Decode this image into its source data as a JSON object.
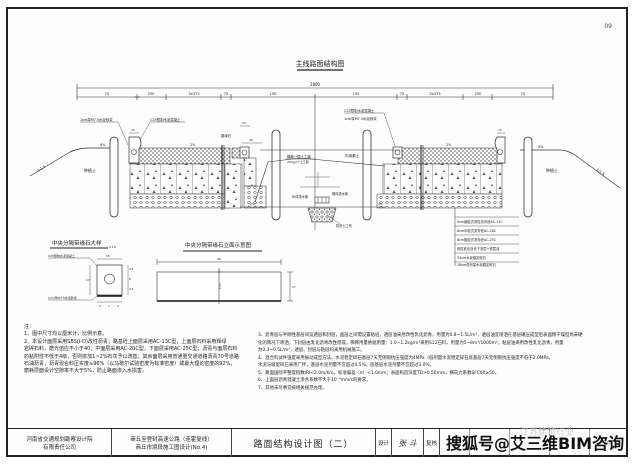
{
  "sheet": {
    "page_number": "09"
  },
  "main_section": {
    "title": "主线路面结构图",
    "total_width": "2800",
    "dims": [
      "75",
      "250",
      "3x375",
      "75",
      "150",
      "150",
      "75",
      "3x375",
      "250",
      "75"
    ],
    "labels": {
      "left_slope": "1:1.5",
      "right_slope": "1:1.5",
      "left_fill": "种植土",
      "right_fill": "种植土",
      "median_fill": "内填素土",
      "curb_mortar_left": "1cm厚M7.5水泥砂浆",
      "curb_concrete_left": "C25预制水泥混凝土",
      "curb_concrete_right": "C25预制水泥混凝土",
      "curb_mortar_right": "1cm厚M7.5水泥砂浆",
      "edge_stone": "路缘石",
      "slope_left": "4%",
      "slope_lanes_left": "2%",
      "slope_lanes_right": "2%",
      "slope_right": "4%",
      "width_15a": "15",
      "width_15b": "15",
      "width_30": "30",
      "width_15c": "15",
      "geotextile": "隔离一层土工膜",
      "geotextile_spec": "200g/m²土工膜",
      "drain_pipe": "横向透水管",
      "seepage_layer": "防渗土工布",
      "drain_gravel": "碎石盲沟回填",
      "trench": "纵向排水管",
      "pct_2a": "2%",
      "pct_2b": "2%"
    },
    "layer_legend": [
      "4cm细粒式改性沥青砼AC-13C",
      "6cm中粒式沥青砼AC-20C",
      "8cm粗粒式沥青砼AC-25C",
      "改性乳化沥青下封层+透层油",
      "34cm水泥稳定碎石",
      "18cm低剂量水泥稳定碎石"
    ]
  },
  "detail_curb": {
    "title": "中央分隔带缘石大样",
    "scale": "1:10",
    "label_top": "C25预制水泥混凝土",
    "label_bottom": "1cm厚M7.5水泥砂浆",
    "dim_width": "15",
    "dim_height": "17",
    "dim_right": [
      "4.5",
      "8",
      "4.5"
    ],
    "dim_bottom": [
      "4",
      "7",
      "4"
    ]
  },
  "detail_elevation": {
    "title": "中央分隔带缘石立面示意图",
    "dim_length": "99",
    "dim_height": "17",
    "joint_label": "1cm"
  },
  "notes": {
    "heading": "注：",
    "left": [
      "1、图中尺寸均以厘米计，比例示意。",
      "2、本设计面层采用SBS(I-D)改性沥青；路基砼上面层采用AC-13C型，上面层石料采用辉绿",
      "    岩碎石料，磨光值应不小于40；中面层采用AC-20C型，下面层采用AC-25C型；沥青与面层石料",
      "    的粘附性不低于4级，否则掺加1~2%石灰予以改善；其余面层采用普通重交通道路沥青70号道路",
      "    石油沥青，沥青混合料压实度≥96%（以马歇尔试验密度为标准密度）或最大理论密度的92%，",
      "    磨耗层面设计空隙率不大于5%，防止路面渗入水损害。"
    ],
    "right": [
      "3、沥青层与半刚性基层间设透层和封层，面层之间需设置粘层，透层油采用改性乳化沥青，用量为0.8~1.5L/m²，透层油宜喷洒在基层碾压成型后表面稍干燥但尚未硬",
      "    化的情况下喷洒；下封层由乳化沥青改性而成，稀释用量依据用量：1.0~1.2kg/m²采用S12石料，用量为5~8m³/1000m²，粘层油采用改性乳化沥青，用量",
      "    为0.3~0.5L/m²，透层、封层与粘层均采用机械施工。",
      "4、混合料试件强度采用振动成型方法，水泥稳定碎石基层7天无侧限抗压强度为4MPa（低剂量水泥稳定碎石底基层7天无侧限抗压强度不低于2.0MPa，",
      "    水泥与级配碎石采用厂拌，基层水泥剂量不宜超过4.5%，底基层水泥剂量不宜超过3.0%。",
      "5、路面国际平整度指数IRI<2.0m/km，标准偏差（σ）<1.0mm；表面构造深度TD>0.50mm，横向力系数SFC60≥50。",
      "6、上面层沥青混凝土渗水系数不大于10⁻⁴mm/s的要求。",
      "7、其他未尽事宜按相关规范办理。"
    ]
  },
  "title_block": {
    "org_line1": "河南省交通规划勘察设计院",
    "org_line2": "有限责任公司",
    "project_line1": "商丘至登封高速公路（连霍复线）",
    "project_line2": "商丘市境段施工图设计(No.4)",
    "drawing_title": "路面结构设计图（二）",
    "design_label": "设计",
    "design_sig": "张  斗",
    "review_label": "复核",
    "review_sig": "李",
    "page": "09"
  },
  "watermarks": {
    "main": "搜狐号@艾三维BIM咨询",
    "faint": "江苏建筑行业"
  }
}
